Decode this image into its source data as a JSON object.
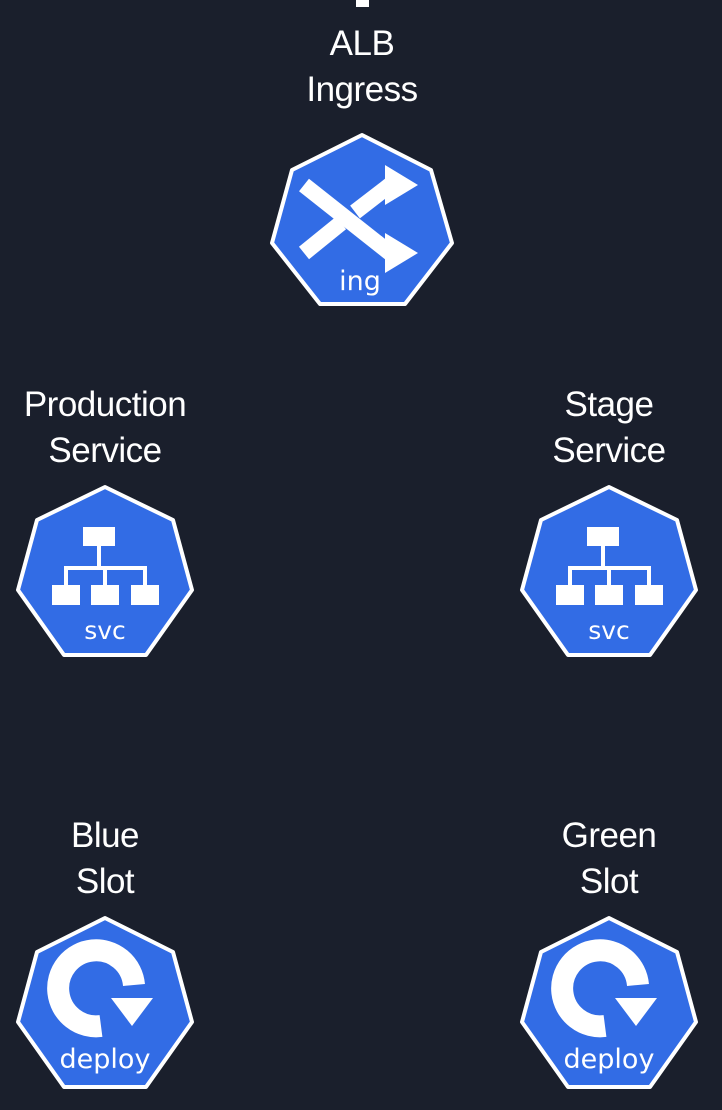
{
  "nodes": {
    "ingress": {
      "title_line1": "ALB",
      "title_line2": "Ingress",
      "badge": "ing",
      "icon": "ingress-shuffle-icon"
    },
    "production_service": {
      "title_line1": "Production",
      "title_line2": "Service",
      "badge": "svc",
      "icon": "service-hierarchy-icon"
    },
    "stage_service": {
      "title_line1": "Stage",
      "title_line2": "Service",
      "badge": "svc",
      "icon": "service-hierarchy-icon"
    },
    "blue_slot": {
      "title_line1": "Blue",
      "title_line2": "Slot",
      "badge": "deploy",
      "icon": "deploy-refresh-icon"
    },
    "green_slot": {
      "title_line1": "Green",
      "title_line2": "Slot",
      "badge": "deploy",
      "icon": "deploy-refresh-icon"
    }
  },
  "colors": {
    "background": "#1a1f2c",
    "k8s_blue": "#326ce5",
    "icon_outline": "#ffffff",
    "text": "#ffffff"
  }
}
